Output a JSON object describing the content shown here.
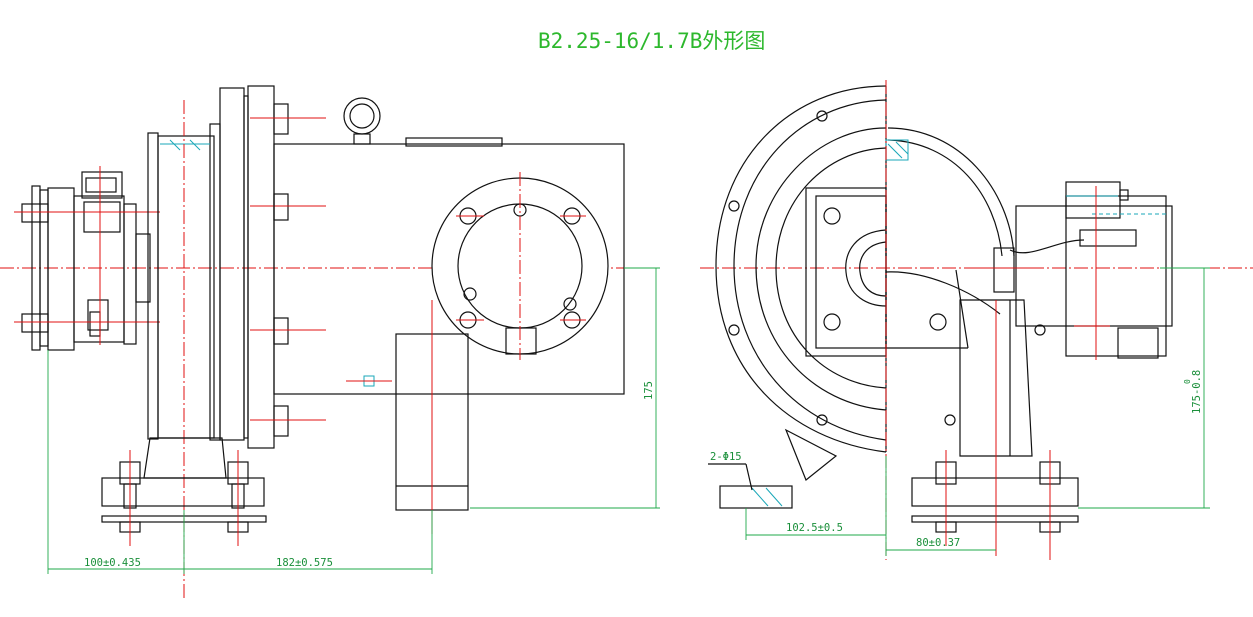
{
  "title": "B2.25-16/1.7B外形图",
  "dimensions": {
    "left_100": "100±0.435",
    "left_182": "182±0.575",
    "left_height": "175",
    "right_102": "102.5±0.5",
    "right_80": "80±0.37",
    "right_height": "175-0.8",
    "right_height_sup": "0",
    "holes": "2-Φ15"
  },
  "colors": {
    "outline": "#111111",
    "centerline": "#e01010",
    "dimension": "#1fa84a",
    "hatch": "#19a7b8",
    "title": "#2db82d"
  }
}
